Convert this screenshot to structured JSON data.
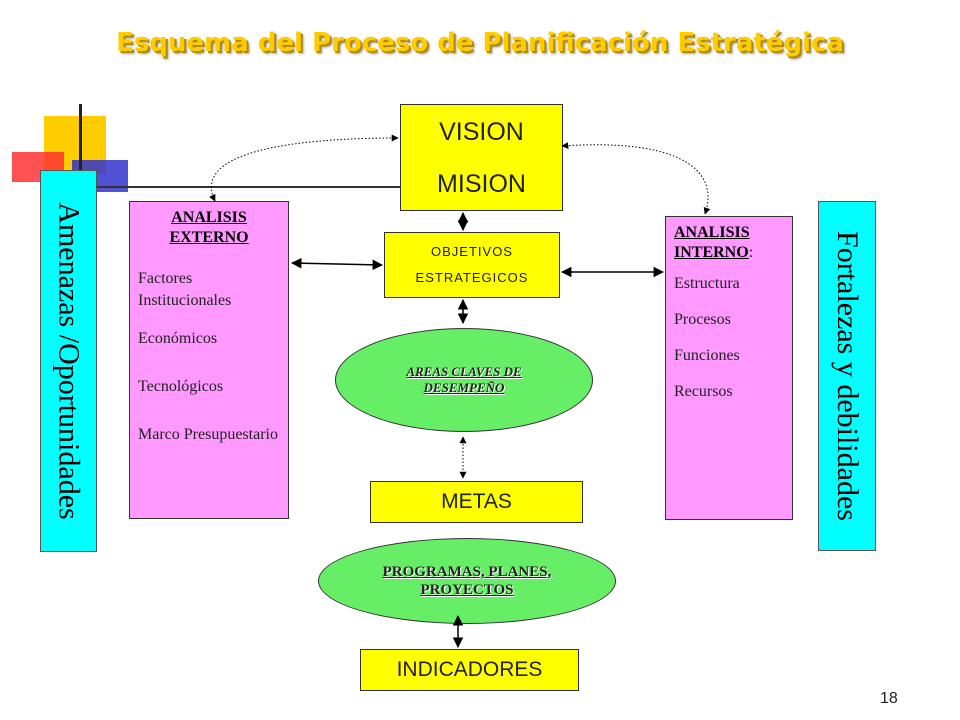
{
  "title": "Esquema  del Proceso de Planificación Estratégica",
  "left_banner": "Amenazas /Oportunidades",
  "right_banner": "Fortalezas y debilidades",
  "vision_mision": {
    "line1": "VISION",
    "line2": "MISION"
  },
  "objetivos": {
    "line1": "OBJETIVOS",
    "line2": "ESTRATEGICOS"
  },
  "analisis_externo": {
    "heading_line1": "ANALISIS",
    "heading_line2": "EXTERNO",
    "items": [
      "Factores Institucionales",
      "Económicos",
      "Tecnológicos",
      "Marco Presupuestario"
    ]
  },
  "analisis_interno": {
    "heading_line1": "ANALISIS",
    "heading_line2": "INTERNO",
    "heading_suffix": ":",
    "items": [
      "Estructura",
      "Procesos",
      "Funciones",
      "Recursos"
    ]
  },
  "areas_claves": {
    "line1": "AREAS CLAVES DE",
    "line2": "DESEMPEÑO"
  },
  "metas": "METAS",
  "programas": {
    "line1": "PROGRAMAS, PLANES,",
    "line2": "PROYECTOS"
  },
  "indicadores": "INDICADORES",
  "page_number": "18",
  "colors": {
    "title": "#ffcc00",
    "banner": "#00ffff",
    "analysis_box": "#ff99ff",
    "yellow_box": "#ffff00",
    "ellipse": "#66ee66"
  }
}
